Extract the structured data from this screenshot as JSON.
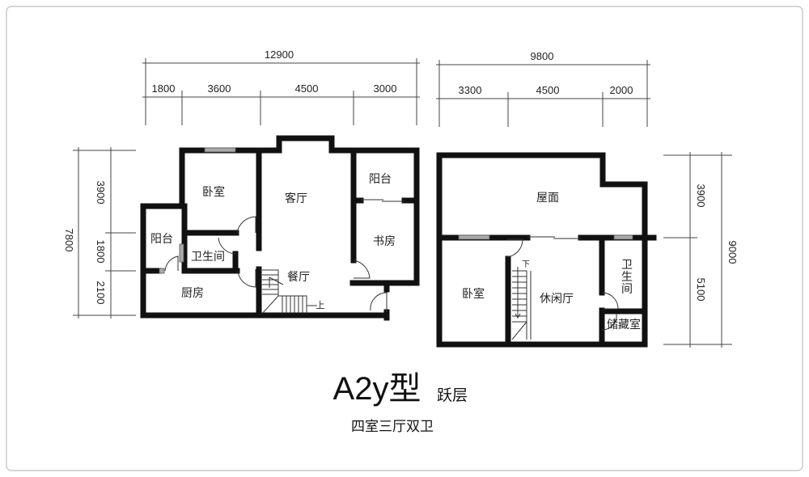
{
  "title": {
    "model": "A2y型",
    "type": "跃层",
    "subtitle": "四室三厅双卫"
  },
  "lower_floor": {
    "dims_top_total": "12900",
    "dims_top": [
      "1800",
      "3600",
      "4500",
      "3000"
    ],
    "dims_left_total": "7800",
    "dims_left": [
      "3900",
      "1800",
      "2100"
    ],
    "rooms": {
      "bedroom": "卧室",
      "living": "客厅",
      "balcony_right": "阳台",
      "study": "书房",
      "balcony_left": "阳台",
      "bathroom": "卫生间",
      "dining": "餐厅",
      "kitchen": "厨房",
      "stairs_up": "上"
    }
  },
  "upper_floor": {
    "dims_top_total": "9800",
    "dims_top": [
      "3300",
      "4500",
      "2000"
    ],
    "dims_right_total": "9000",
    "dims_right": [
      "3900",
      "5100"
    ],
    "rooms": {
      "roof": "屋面",
      "bedroom": "卧室",
      "lounge": "休闲厅",
      "bathroom": "卫生间",
      "storage": "储藏室",
      "stairs_down": "下"
    }
  }
}
